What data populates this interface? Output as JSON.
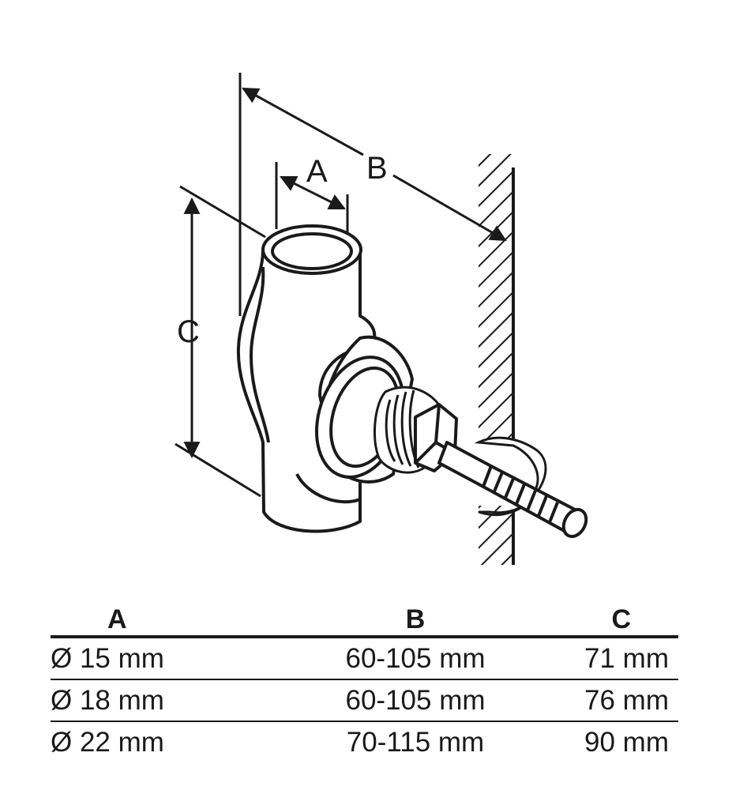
{
  "diagram": {
    "labels": {
      "a": "A",
      "b": "B",
      "c": "C"
    }
  },
  "table": {
    "headers": [
      "A",
      "B",
      "C"
    ],
    "rows": [
      [
        "Ø 15 mm",
        "60-105 mm",
        "71 mm"
      ],
      [
        "Ø 18 mm",
        "60-105 mm",
        "76 mm"
      ],
      [
        "Ø 22 mm",
        "70-115 mm",
        "90 mm"
      ]
    ]
  },
  "colors": {
    "line": "#1a1a1a",
    "background": "#ffffff"
  }
}
